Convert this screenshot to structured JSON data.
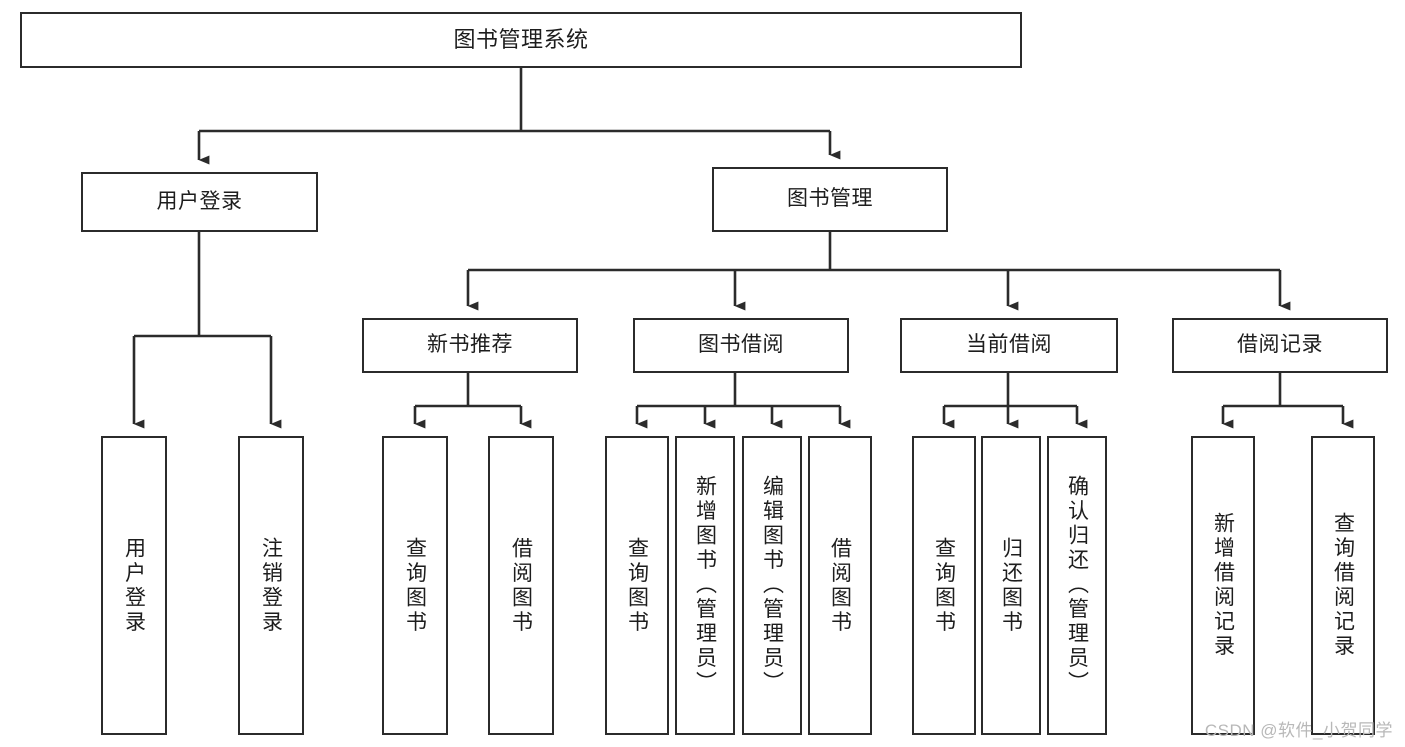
{
  "diagram": {
    "title": "图书管理系统",
    "type": "tree-hierarchy-diagram",
    "colors": {
      "stroke": "#2b2b2b",
      "fill": "#ffffff",
      "text": "#1d1d1d",
      "watermark": "#b8b8b8"
    },
    "nodes": {
      "root": {
        "label": "图书管理系统"
      },
      "level2": [
        {
          "id": "user-login",
          "label": "用户登录"
        },
        {
          "id": "book-management",
          "label": "图书管理"
        }
      ],
      "level3": [
        {
          "id": "new-book-recommend",
          "label": "新书推荐"
        },
        {
          "id": "book-borrow",
          "label": "图书借阅"
        },
        {
          "id": "current-borrow",
          "label": "当前借阅"
        },
        {
          "id": "borrow-record",
          "label": "借阅记录"
        }
      ],
      "leaves": {
        "user-login": [
          {
            "id": "leaf-user-login",
            "label": "用户登录"
          },
          {
            "id": "leaf-logout-login",
            "label": "注销登录"
          }
        ],
        "new-book-recommend": [
          {
            "id": "leaf-query-book-1",
            "label": "查询图书"
          },
          {
            "id": "leaf-borrow-book-1",
            "label": "借阅图书"
          }
        ],
        "book-borrow": [
          {
            "id": "leaf-query-book-2",
            "label": "查询图书"
          },
          {
            "id": "leaf-add-book-admin",
            "label": "新增图书（管理员）"
          },
          {
            "id": "leaf-edit-book-admin",
            "label": "编辑图书（管理员）"
          },
          {
            "id": "leaf-borrow-book-2",
            "label": "借阅图书"
          }
        ],
        "current-borrow": [
          {
            "id": "leaf-query-book-3",
            "label": "查询图书"
          },
          {
            "id": "leaf-return-book",
            "label": "归还图书"
          },
          {
            "id": "leaf-confirm-return-admin",
            "label": "确认归还（管理员）"
          }
        ],
        "borrow-record": [
          {
            "id": "leaf-add-borrow-record",
            "label": "新增借阅记录"
          },
          {
            "id": "leaf-query-borrow-record",
            "label": "查询借阅记录"
          }
        ]
      }
    },
    "watermark": "CSDN @软件_小贺同学"
  }
}
